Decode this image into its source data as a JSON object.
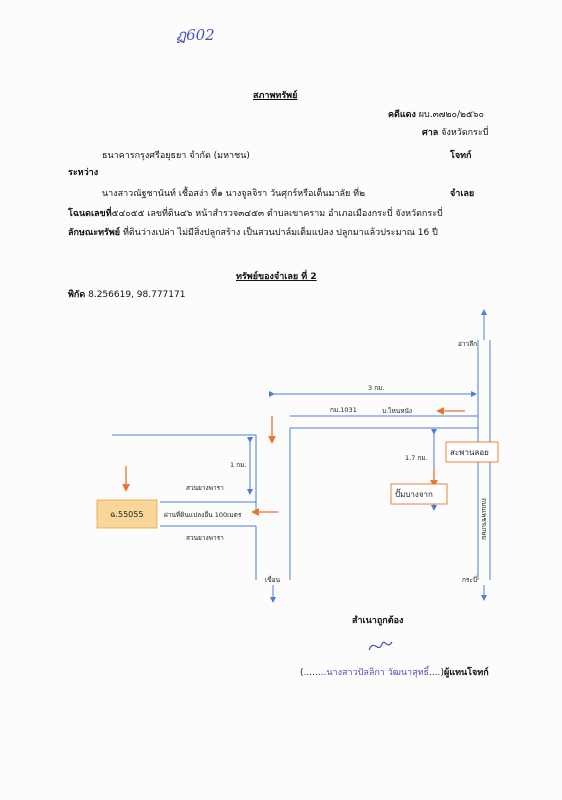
{
  "header": {
    "handwritten_number": "ฏ602",
    "title": "สภาพทรัพย์",
    "case_label": "คดีแดง",
    "case_number": "ผบ.๓๗๒๐/๒๕๖๐",
    "court_label": "ศาล",
    "court_name": "จังหวัดกระบี่"
  },
  "parties": {
    "plaintiff": "ธนาคารกรุงศรีอยุธยา จำกัด (มหาชน)",
    "plaintiff_role": "โจทก์",
    "between": "ระหว่าง",
    "defendant": "นางสาวณัฐชานันท์ เชื้อสง่า ที่๑ นางจูลจิรา วันศุกร์หรือเต็นมาลัย ที่๒",
    "defendant_role": "จำเลย"
  },
  "property": {
    "deed_label": "โฉนดเลขที่",
    "deed_text": "๕๔๐๕๕ เลขที่ดิน๔๖ หน้าสำรวจ๓๔๕๓ ตำบลเขาคราม อำเภอเมืองกระบี่ จังหวัดกระบี่",
    "nature_label": "ลักษณะทรัพย์",
    "nature_text": "ที่ดินว่างเปล่า ไม่มีสิ่งปลูกสร้าง เป็นสวนปาล์มเต็มแปลง ปลูกมาแล้วประมาณ 16 ปี"
  },
  "map_section": {
    "title": "ทรัพย์ของจำเลย ที่ 2",
    "coord_label": "พิกัด",
    "coord_value": "8.256619, 98.777171"
  },
  "map": {
    "ao_luek": "อ่าวลึก",
    "dist_3km": "3 กม.",
    "km_1031": "กม.1031",
    "ban_nong_nang": "บ.ไหนหนัง",
    "dist_1km": "1 กม.",
    "dist_1_7km": "1.7 กม.",
    "saphan_loi": "สะพานลอย",
    "pum_bang_chak": "ปั๊มบางจาก",
    "highway": "ถนนเพชรเกษม",
    "suan_yang_top": "สวนยางพารา",
    "suan_yang_bottom": "สวนยางพารา",
    "deed_box": "ฉ.55055",
    "road_note": "ผ่านที่ดินแปลงอื่น 100เมตร",
    "khuean": "เขื่อน",
    "krabi": "กระบี่"
  },
  "footer": {
    "certified": "สำเนาถูกต้อง",
    "open_paren": "(",
    "name": "นางสาวปัลลิกา วัฒนาสุทธิ์",
    "close_paren": ")",
    "role": "ผู้แทนโจทก์"
  },
  "colors": {
    "road_lines": "#4a7fd4",
    "arrows": "#e8732a",
    "deed_fill": "#f9d79a",
    "handwriting": "#4a52b8"
  }
}
